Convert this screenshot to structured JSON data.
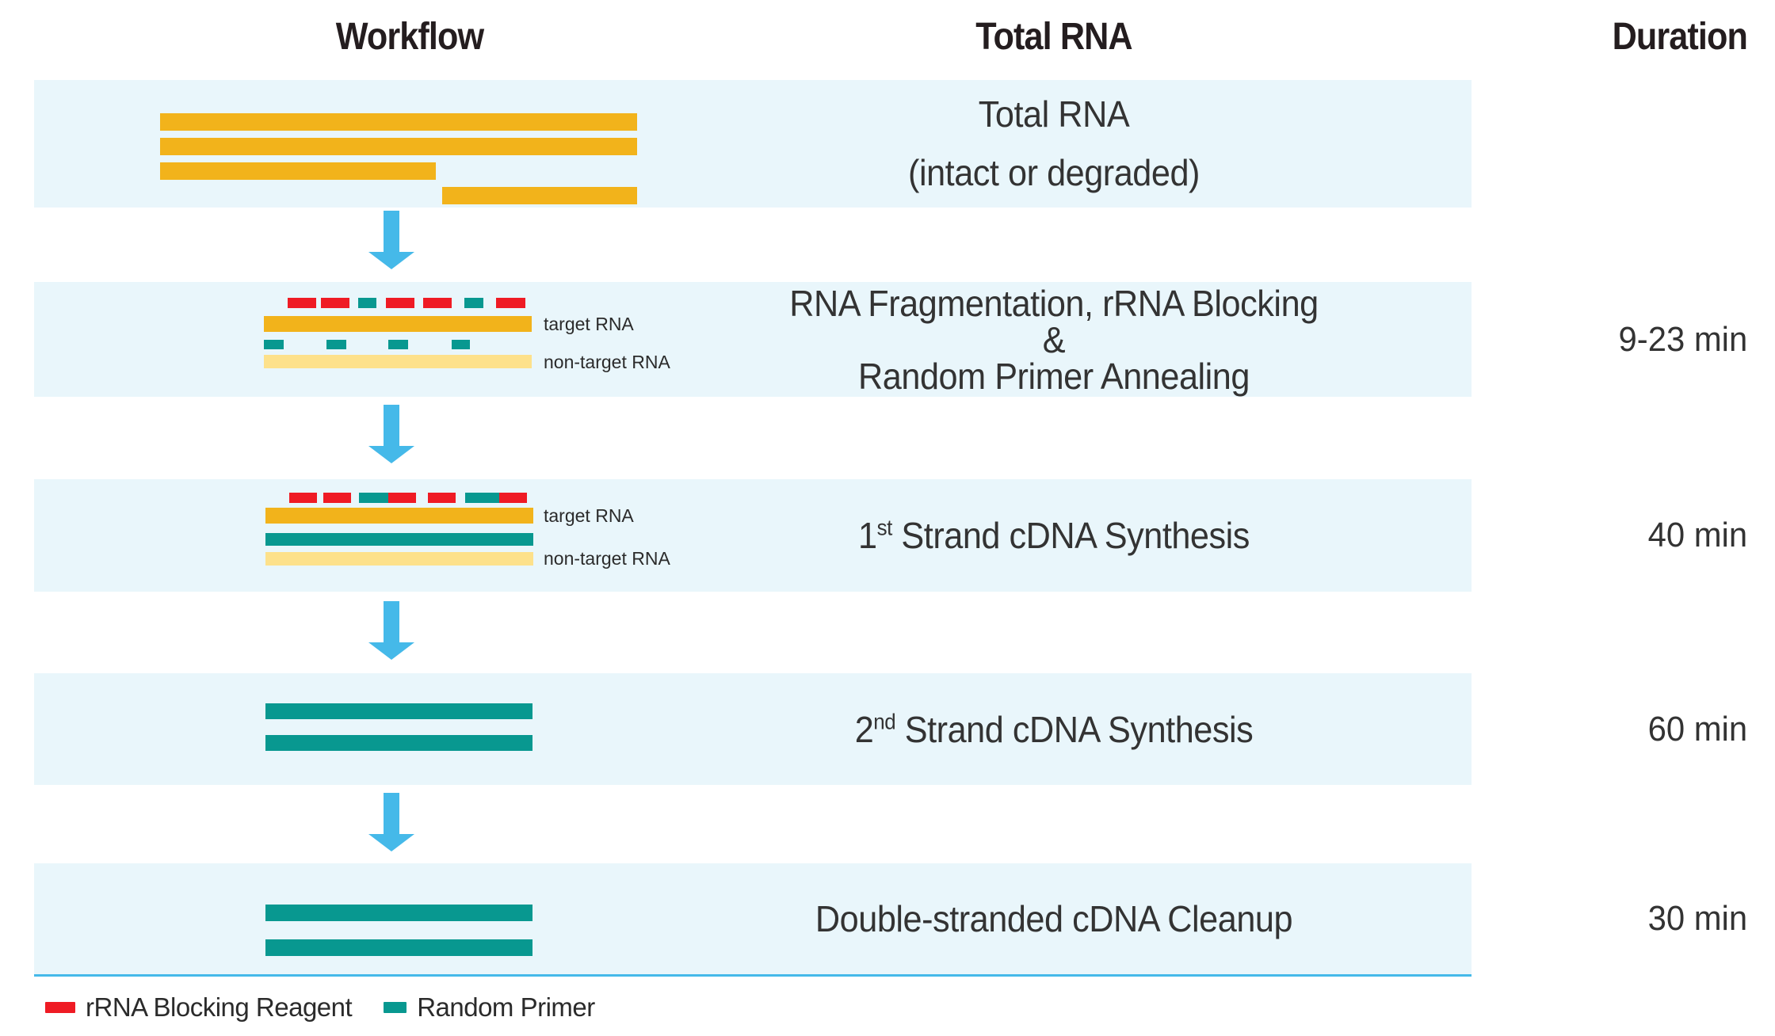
{
  "header": {
    "workflow": "Workflow",
    "total_rna": "Total RNA",
    "duration": "Duration"
  },
  "rows": [
    {
      "name": "total-rna-input",
      "lines": [
        "Total RNA",
        "(intact or degraded)"
      ],
      "duration": ""
    },
    {
      "name": "fragmentation-blocking-annealing",
      "lines": [
        "RNA Fragmentation, rRNA Blocking",
        "&",
        "Random Primer Annealing"
      ],
      "duration": "9-23 min",
      "labels": {
        "target": "target RNA",
        "nontarget": "non-target RNA"
      }
    },
    {
      "name": "first-strand-synthesis",
      "title_pre": "1",
      "title_sup": "st",
      "title_post": " Strand cDNA Synthesis",
      "duration": "40 min",
      "labels": {
        "target": "target RNA",
        "nontarget": "non-target RNA"
      }
    },
    {
      "name": "second-strand-synthesis",
      "title_pre": "2",
      "title_sup": "nd",
      "title_post": " Strand cDNA Synthesis",
      "duration": "60 min"
    },
    {
      "name": "double-stranded-cleanup",
      "lines": [
        "Double-stranded cDNA Cleanup"
      ],
      "duration": "30 min"
    }
  ],
  "legend": [
    {
      "label": "rRNA Blocking Reagent",
      "color_key": "red"
    },
    {
      "label": "Random Primer",
      "color_key": "teal"
    }
  ],
  "colors": {
    "band_bg": "#E9F6FB",
    "gold": "#F2B31B",
    "pale": "#FDE18B",
    "teal": "#089890",
    "red": "#EF1B24",
    "arrow": "#45B9E9"
  }
}
